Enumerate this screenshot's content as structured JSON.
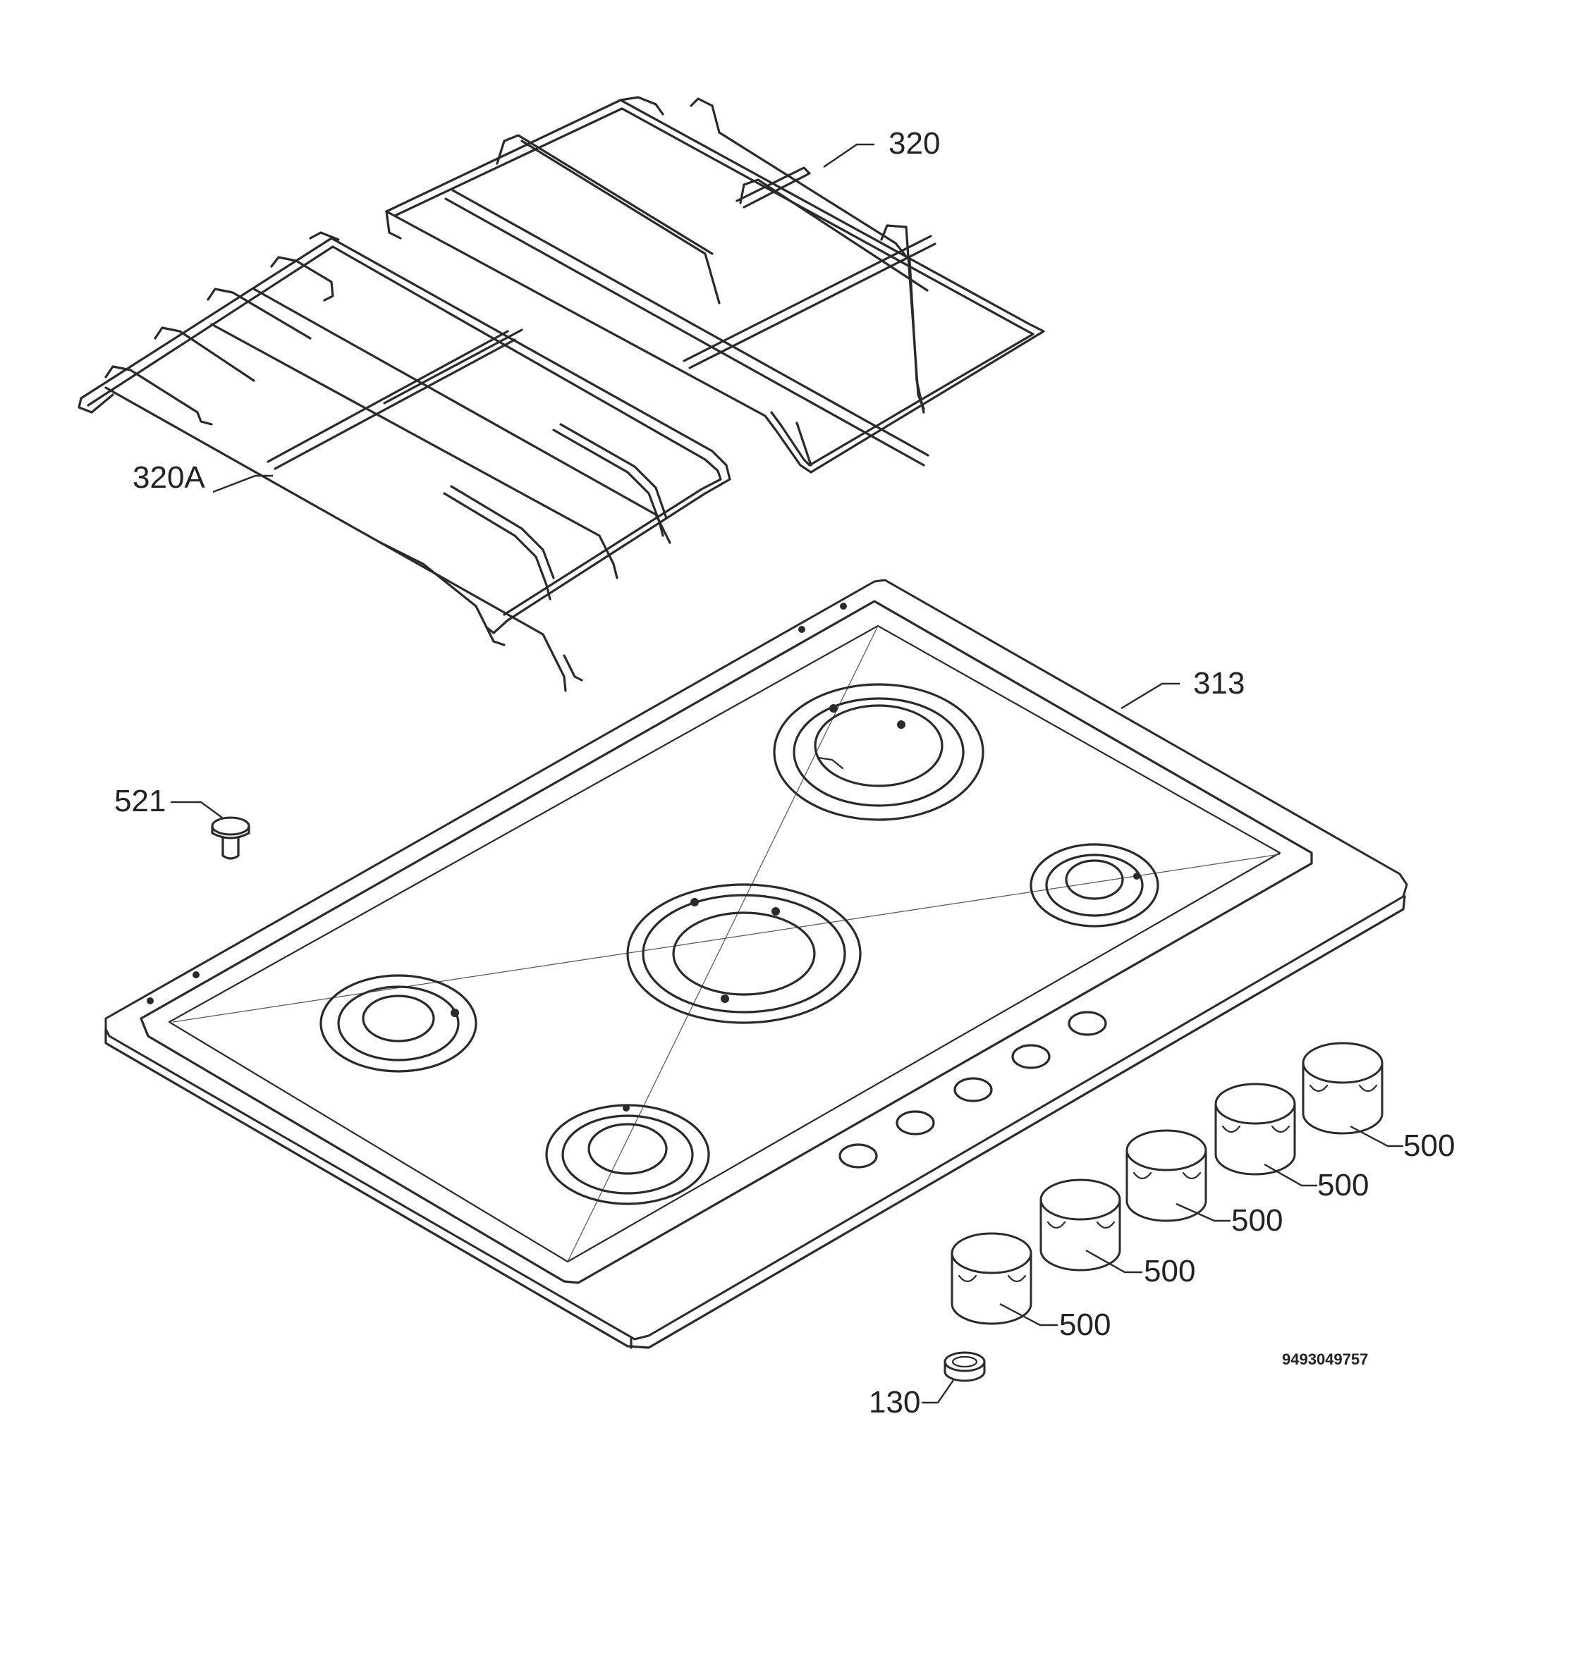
{
  "diagram": {
    "document_number": "9493049757",
    "callouts": {
      "grid_right": "320",
      "grid_left": "320A",
      "hob_top": "313",
      "screw": "521",
      "knob_1": "500",
      "knob_2": "500",
      "knob_3": "500",
      "knob_4": "500",
      "knob_5": "500",
      "seal": "130"
    }
  }
}
